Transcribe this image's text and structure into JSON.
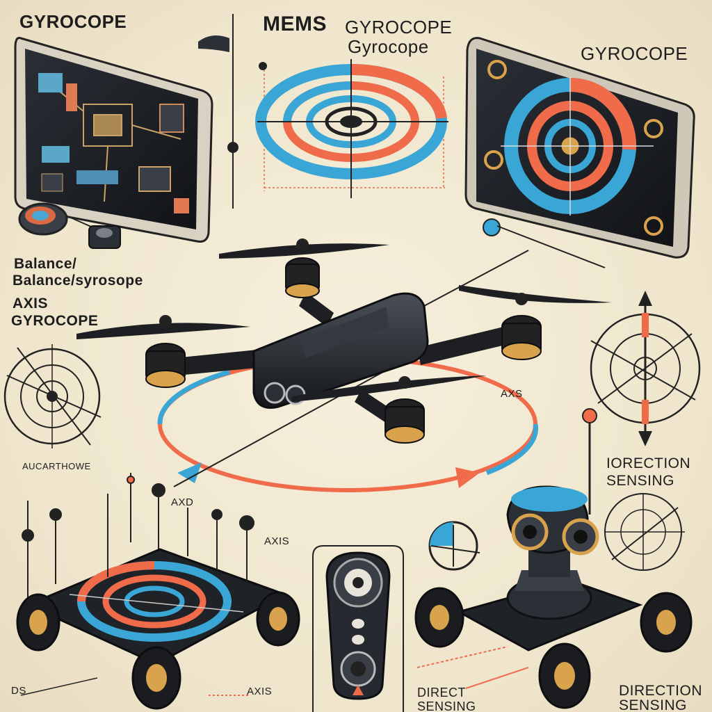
{
  "labels": {
    "gyrocope_top_left": "GYROCOPE",
    "mems": "MEMS",
    "gyrocope_title": "GYROCOPE",
    "gyrocope_title_2": "Gyrocope",
    "gyrocope_top_right": "GYROCOPE",
    "balance_1": "Balance/",
    "balance_2": "Balance/syrosope",
    "axis": "AXIS",
    "axis_gyrocope": "GYROCOPE",
    "axis_center": "AXS",
    "accelerometer_garbled": "AUCARTHOWE",
    "axd": "AXD",
    "axis_left": "AXIS",
    "direction_sensing_1": "IORECTION",
    "direction_sensing_2": "SENSING",
    "ds_bottom": "DS",
    "axis_bottom": "AXIS",
    "direct_bottom": "DIRECT",
    "sensing_bottom": "SENSING",
    "direction_bottom_right": "DIRECTION",
    "sensing_bottom_right": "SENSING"
  },
  "colors": {
    "background": "#f1e8d2",
    "ink": "#1d1d1d",
    "blue_ring": "#3aa6d6",
    "orange_ring": "#f06b4a",
    "device_body": "#1f2328"
  }
}
